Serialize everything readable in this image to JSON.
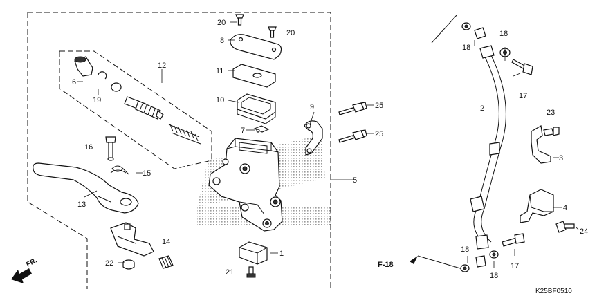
{
  "diagram": {
    "code": "K25BF0510",
    "direction_label": "FR.",
    "reference_label": "F-18",
    "part_labels": {
      "p1": "1",
      "p2": "2",
      "p3": "3",
      "p4": "4",
      "p5": "5",
      "p6": "6",
      "p7": "7",
      "p8": "8",
      "p9": "9",
      "p10": "10",
      "p11": "11",
      "p12": "12",
      "p13": "13",
      "p14": "14",
      "p15": "15",
      "p16": "16",
      "p17a": "17",
      "p17b": "17",
      "p18a": "18",
      "p18b": "18",
      "p18c": "18",
      "p18d": "18",
      "p19": "19",
      "p20a": "20",
      "p20b": "20",
      "p21": "21",
      "p22": "22",
      "p23": "23",
      "p24": "24",
      "p25a": "25",
      "p25b": "25"
    }
  }
}
